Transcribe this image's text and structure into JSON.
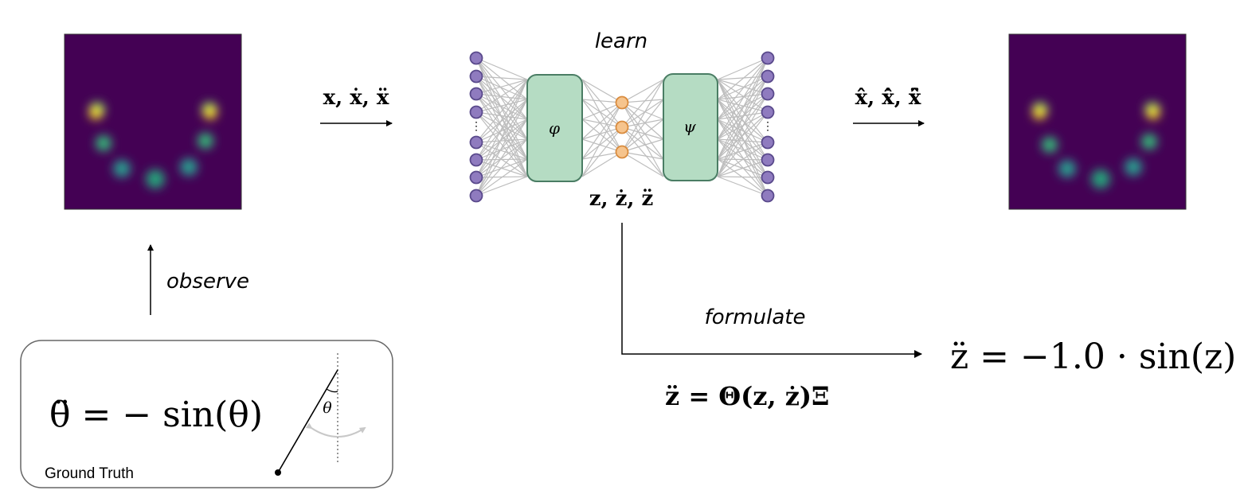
{
  "labels": {
    "learn": "learn",
    "observe": "observe",
    "formulate": "formulate",
    "ground_truth": "Ground Truth"
  },
  "math": {
    "input_vars": "x, ẋ, ẍ",
    "output_vars": "x̂, x̂̇, x̂̈",
    "latent_vars": "z, ż, z̈",
    "encoder": "φ",
    "decoder": "ψ",
    "library_eq": "z̈ = Θ(z, ż)Ξ",
    "discovered_eq": "z̈ = −1.0 · sin(z)",
    "ground_truth_eq": "θ̈ = − sin(θ)",
    "pendulum_angle": "θ"
  },
  "colors": {
    "image_bg": "#440154",
    "encoder_fill": "#b5dcc3",
    "encoder_stroke": "#4a7d64",
    "node_purple": "#8f7bbf",
    "node_orange": "#f6c48d"
  },
  "icons": {
    "input_image": "pendulum-trajectory-heatmap",
    "output_image": "reconstructed-trajectory-heatmap",
    "pendulum": "pendulum-icon"
  }
}
